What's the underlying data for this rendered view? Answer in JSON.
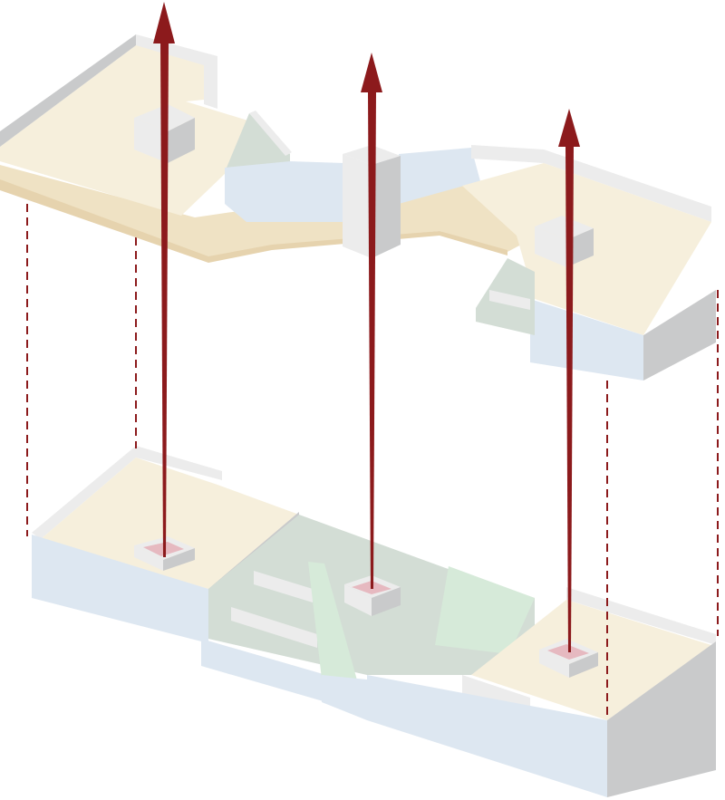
{
  "colors": {
    "floor_beige": "#f6efdc",
    "corridor_tan": "#efe2c4",
    "glass_blue": "#dde7f1",
    "wall_gray": "#c9cacb",
    "wall_light": "#ececec",
    "stair_green": "#d3ddd5",
    "panel_green": "#d6ead9",
    "arrow_red": "#8c1a1c",
    "pink_floor": "#e6b9c0"
  },
  "arrows": [
    {
      "name": "left",
      "direction": "up"
    },
    {
      "name": "center",
      "direction": "up"
    },
    {
      "name": "right",
      "direction": "up"
    }
  ]
}
